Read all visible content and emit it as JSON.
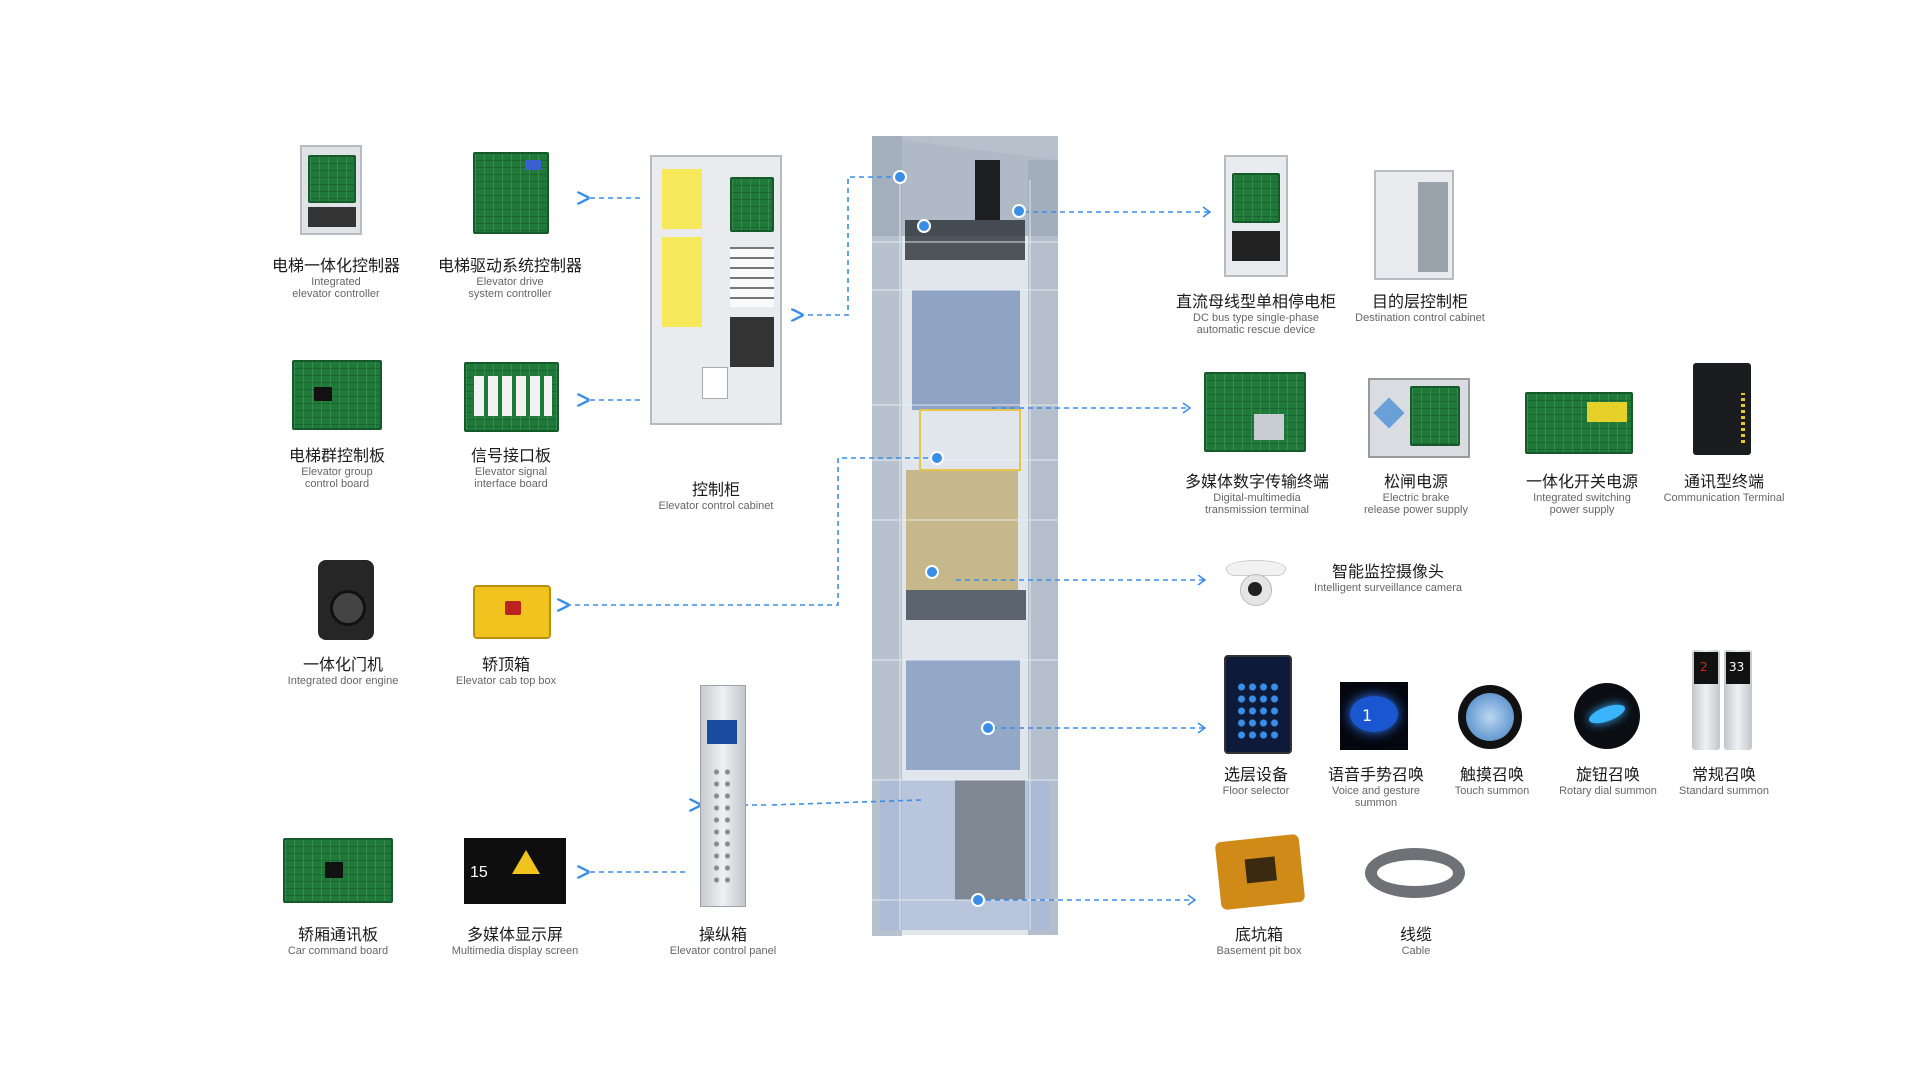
{
  "colors": {
    "accent": "#3b8ee8",
    "shaft": "#9fb0c8",
    "pcb": "#1f7a3a"
  },
  "left_items": [
    {
      "id": "integrated-controller",
      "zh": "电梯一体化控制器",
      "en": [
        "Integrated",
        "elevator controller"
      ]
    },
    {
      "id": "drive-controller",
      "zh": "电梯驱动系统控制器",
      "en": [
        "Elevator drive",
        "system controller"
      ]
    },
    {
      "id": "group-board",
      "zh": "电梯群控制板",
      "en": [
        "Elevator group",
        "control board"
      ]
    },
    {
      "id": "signal-board",
      "zh": "信号接口板",
      "en": [
        "Elevator signal",
        "interface board"
      ]
    },
    {
      "id": "door-engine",
      "zh": "一体化门机",
      "en": [
        "Integrated door engine"
      ]
    },
    {
      "id": "cab-top-box",
      "zh": "轿顶箱",
      "en": [
        "Elevator cab top box"
      ]
    },
    {
      "id": "car-command-board",
      "zh": "轿厢通讯板",
      "en": [
        "Car command board"
      ]
    },
    {
      "id": "multimedia-screen",
      "zh": "多媒体显示屏",
      "en": [
        "Multimedia display screen"
      ]
    },
    {
      "id": "control-cabinet",
      "zh": "控制柜",
      "en": [
        "Elevator control cabinet"
      ]
    },
    {
      "id": "control-panel",
      "zh": "操纵箱",
      "en": [
        "Elevator control panel"
      ]
    }
  ],
  "right_items": [
    {
      "id": "dc-bus-ard",
      "zh": "直流母线型单相停电柜",
      "en": [
        "DC bus type single-phase",
        "automatic rescue device"
      ]
    },
    {
      "id": "destination-cabinet",
      "zh": "目的层控制柜",
      "en": [
        "Destination control cabinet"
      ]
    },
    {
      "id": "multimedia-terminal",
      "zh": "多媒体数字传输终端",
      "en": [
        "Digital-multimedia",
        "transmission terminal"
      ]
    },
    {
      "id": "brake-power",
      "zh": "松闸电源",
      "en": [
        "Electric brake",
        "release power supply"
      ]
    },
    {
      "id": "switching-power",
      "zh": "一体化开关电源",
      "en": [
        "Integrated switching",
        "power supply"
      ]
    },
    {
      "id": "comm-terminal",
      "zh": "通讯型终端",
      "en": [
        "Communication Terminal"
      ]
    },
    {
      "id": "camera",
      "zh": "智能监控摄像头",
      "en": [
        "Intelligent surveillance camera"
      ]
    },
    {
      "id": "floor-selector",
      "zh": "选层设备",
      "en": [
        "Floor selector"
      ]
    },
    {
      "id": "voice-gesture",
      "zh": "语音手势召唤",
      "en": [
        "Voice and gesture",
        "summon"
      ]
    },
    {
      "id": "touch-summon",
      "zh": "触摸召唤",
      "en": [
        "Touch summon"
      ]
    },
    {
      "id": "rotary-summon",
      "zh": "旋钮召唤",
      "en": [
        "Rotary dial summon"
      ]
    },
    {
      "id": "standard-summon",
      "zh": "常规召唤",
      "en": [
        "Standard summon"
      ]
    },
    {
      "id": "pit-box",
      "zh": "底坑箱",
      "en": [
        "Basement pit box"
      ]
    },
    {
      "id": "cable",
      "zh": "线缆",
      "en": [
        "Cable"
      ]
    }
  ],
  "device_text": {
    "screen_floor": "15",
    "display_floor_1": "1",
    "standard_summon_floor_a": "2",
    "standard_summon_floor_b": "33"
  }
}
